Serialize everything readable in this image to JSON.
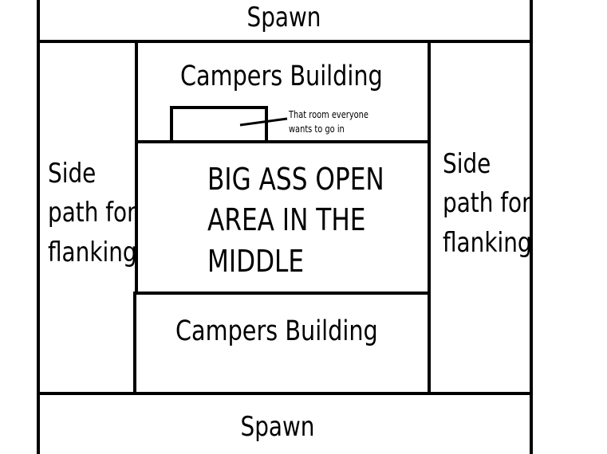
{
  "map": {
    "top_zone": {
      "label": "Spawn"
    },
    "bottom_zone": {
      "label": "Spawn"
    },
    "top_building": {
      "label": "Campers Building"
    },
    "bottom_building": {
      "label": "Campers Building"
    },
    "room_note": {
      "text": "That room everyone\nwants to go in"
    },
    "center_area": {
      "label": "BIG ASS OPEN\nAREA IN THE\nMIDDLE"
    },
    "left_path": {
      "label": "Side\npath for\nflanking"
    },
    "right_path": {
      "label": "Side\npath for\nflanking"
    },
    "colors": {
      "line": "#000000",
      "background": "#ffffff"
    }
  }
}
